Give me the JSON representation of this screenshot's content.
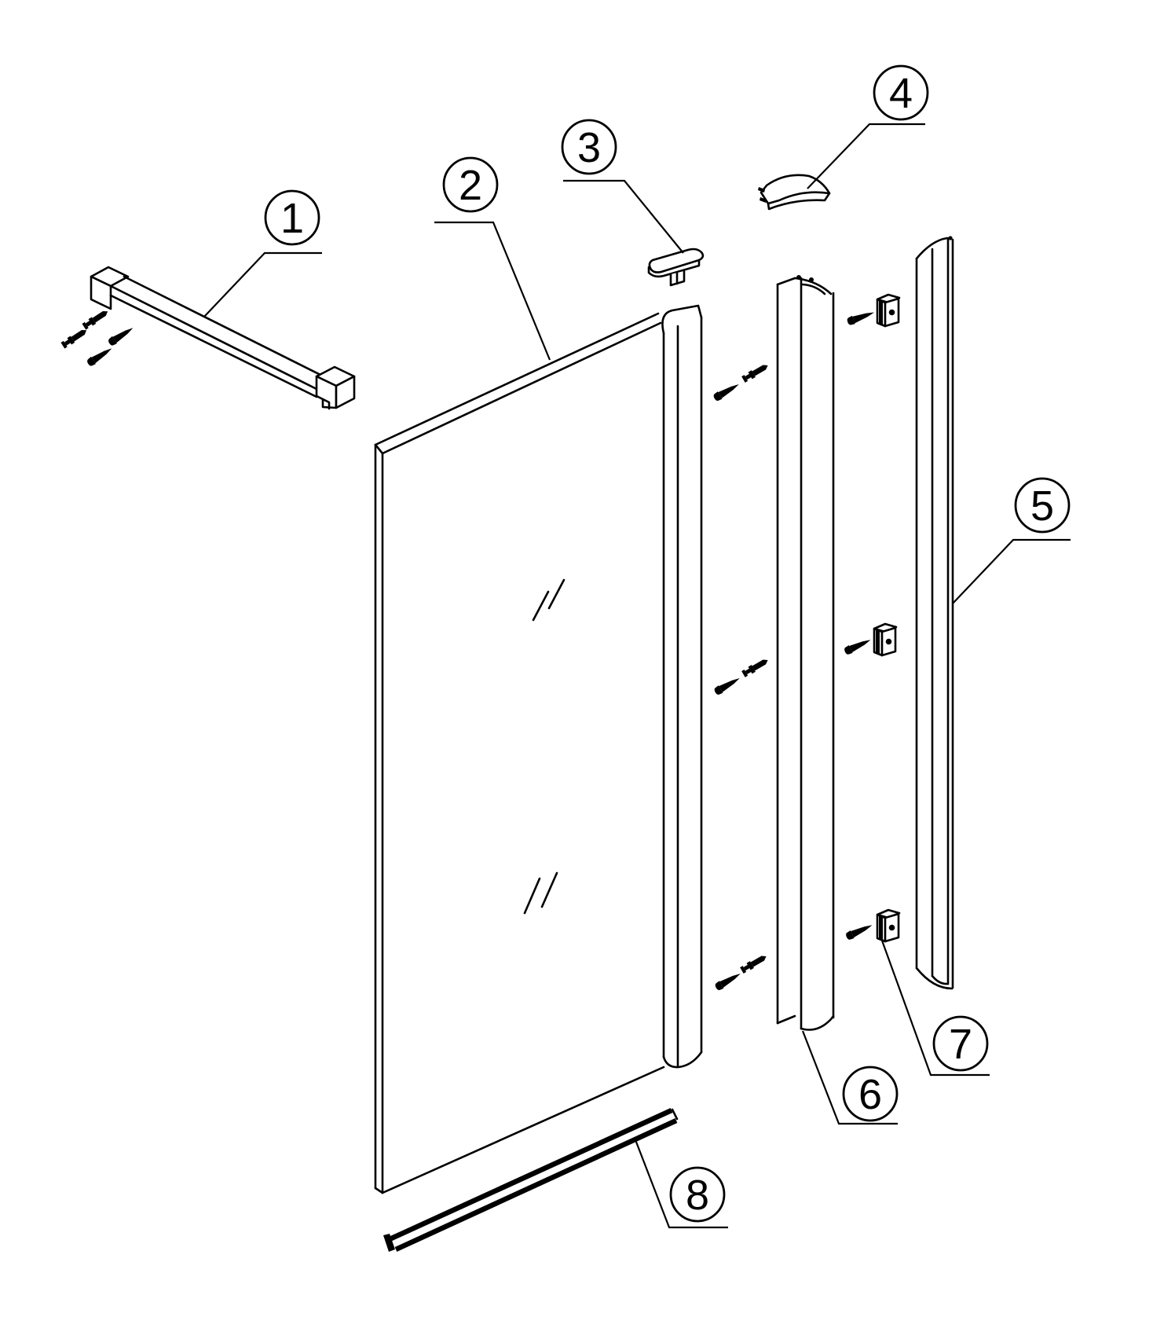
{
  "figure": {
    "type": "exploded-assembly-diagram",
    "background_color": "#ffffff",
    "line_color": "#000000"
  },
  "callouts": [
    {
      "label": "1",
      "part": "wall-support-bar"
    },
    {
      "label": "2",
      "part": "glass-door-panel"
    },
    {
      "label": "3",
      "part": "top-pivot-cap"
    },
    {
      "label": "4",
      "part": "corner-cover-cap"
    },
    {
      "label": "5",
      "part": "wall-profile"
    },
    {
      "label": "6",
      "part": "door-side-profile"
    },
    {
      "label": "7",
      "part": "glass-clip"
    },
    {
      "label": "8",
      "part": "bottom-seal-strip"
    }
  ]
}
